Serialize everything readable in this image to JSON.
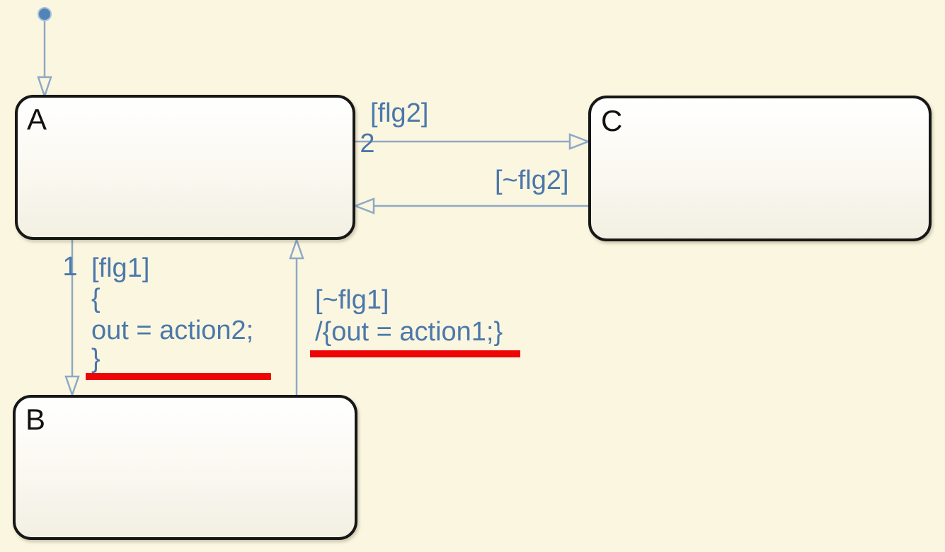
{
  "colors": {
    "background": "#fbf6df",
    "state_fill_top": "#ffffff",
    "state_fill_bottom": "#f2efe2",
    "state_border": "#171717",
    "transition_line": "#8ea9c7",
    "label_text": "#4b78ab",
    "state_label_text": "#111111",
    "highlight_red": "#ee0505"
  },
  "states": [
    {
      "label": "A"
    },
    {
      "label": "B"
    },
    {
      "label": "C"
    }
  ],
  "transitions": {
    "a_to_c": {
      "order_number": "2",
      "condition": "[flg2]"
    },
    "c_to_a": {
      "condition": "[~flg2]"
    },
    "a_to_b": {
      "order_number": "1",
      "condition": "[flg1]",
      "action_lines": [
        "{",
        "out = action2;",
        "}"
      ]
    },
    "b_to_a": {
      "condition": "[~flg1]",
      "action": "/{out = action1;}"
    }
  }
}
